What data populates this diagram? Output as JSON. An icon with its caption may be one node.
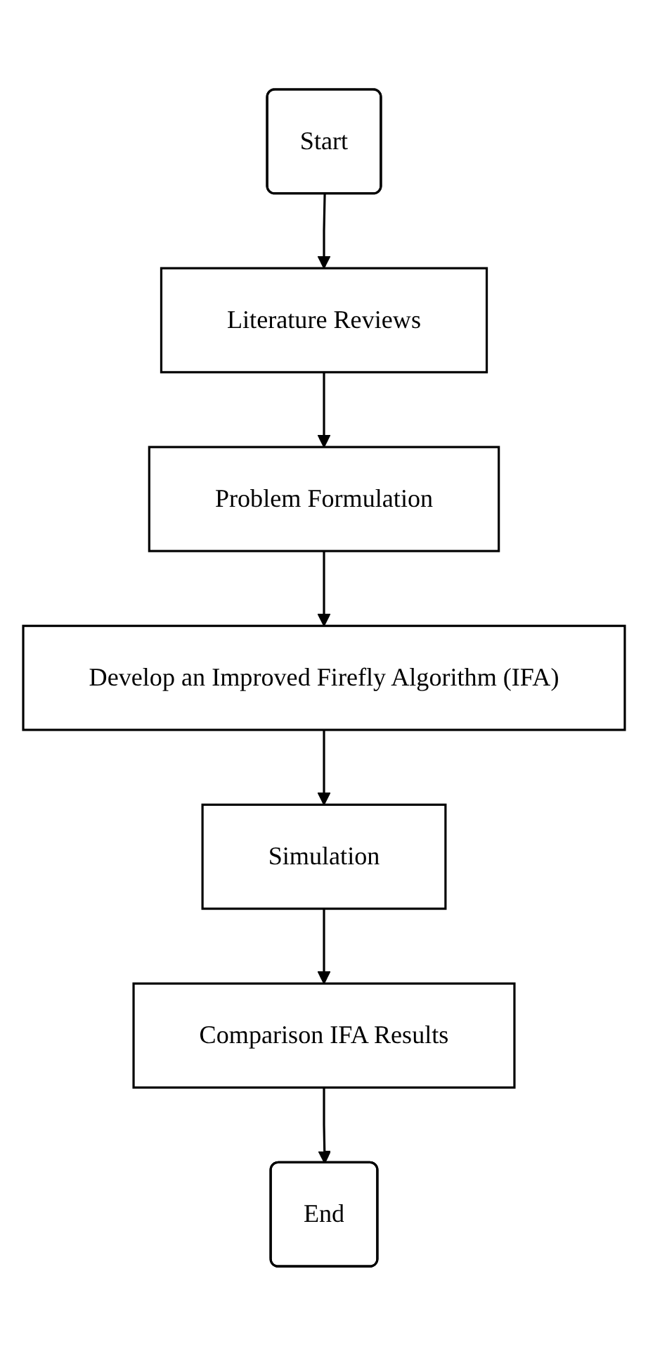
{
  "diagram": {
    "nodes": [
      {
        "text": [
          "Start"
        ]
      },
      {
        "text": [
          "Literature Reviews"
        ]
      },
      {
        "text": [
          "Problem Formulation"
        ]
      },
      {
        "text": [
          "Develop an Improved Firefly Algorithm (IFA)"
        ]
      },
      {
        "text": [
          "Simulation"
        ]
      },
      {
        "text": [
          "Comparison IFA Results"
        ]
      },
      {
        "text": [
          "End"
        ]
      }
    ],
    "edges": [
      {
        "from": 0,
        "to": 1,
        "arrow": "to"
      },
      {
        "from": 1,
        "to": 2,
        "arrow": "to"
      },
      {
        "from": 2,
        "to": 3,
        "arrow": "to"
      },
      {
        "from": 3,
        "to": 4,
        "arrow": "to"
      },
      {
        "from": 4,
        "to": 5,
        "arrow": "to"
      },
      {
        "from": 5,
        "to": 6,
        "arrow": "to"
      }
    ]
  }
}
